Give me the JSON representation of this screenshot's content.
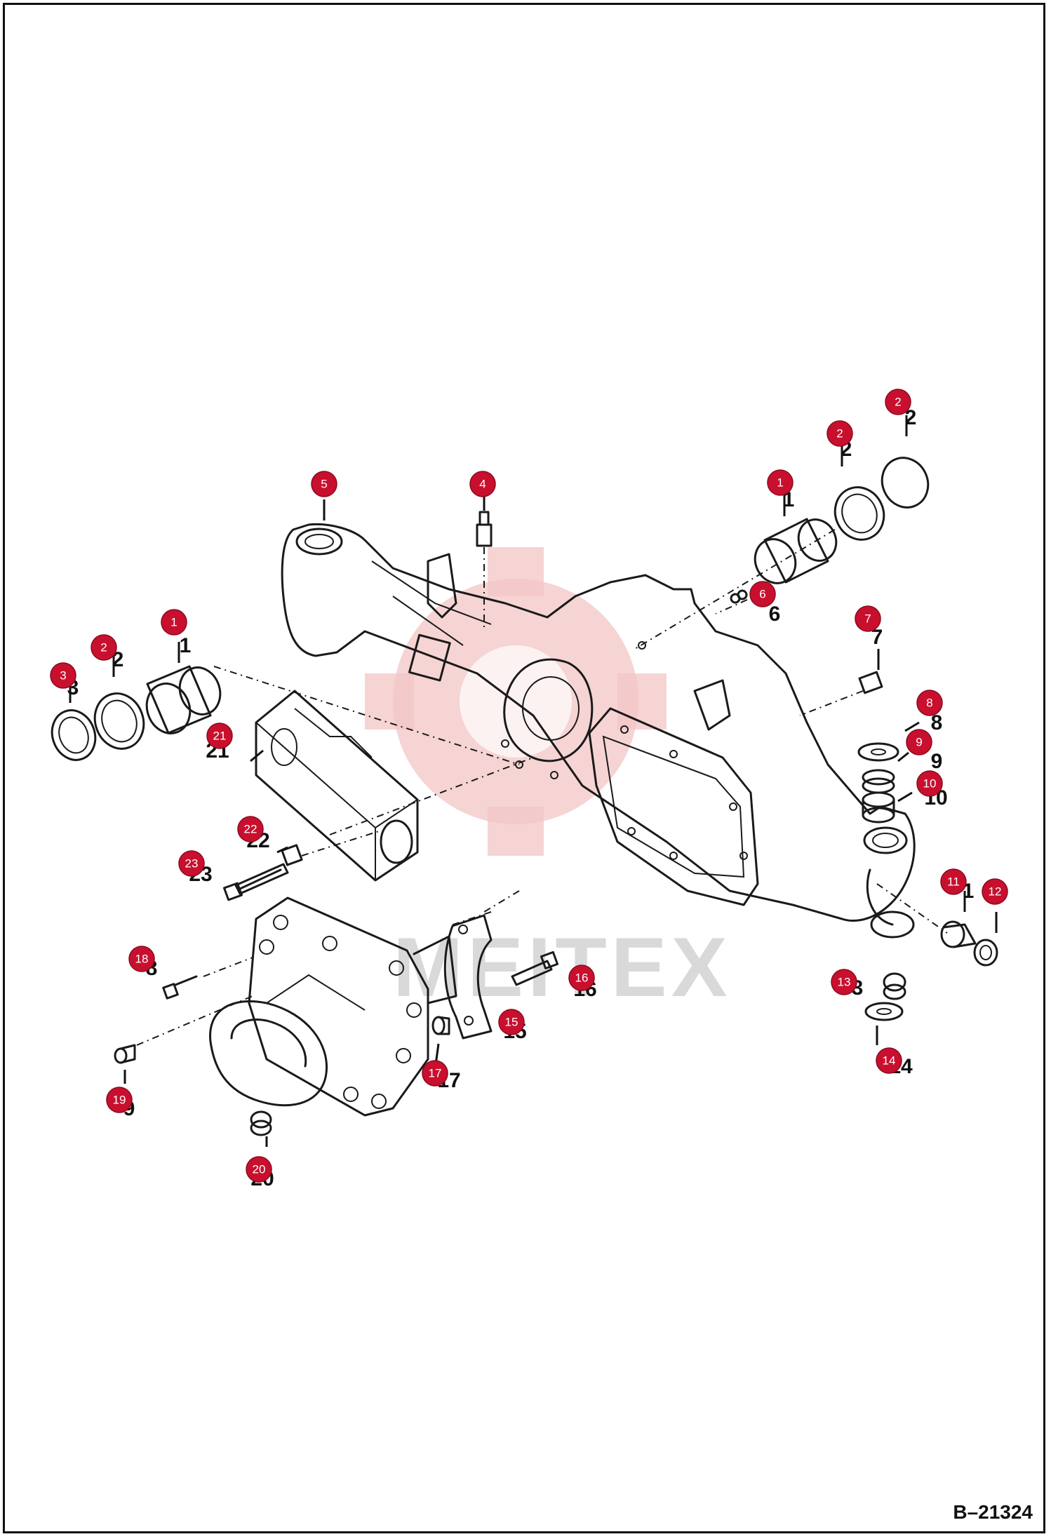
{
  "diagram": {
    "reference_code": "B–21324",
    "watermark_text": "MEITEX",
    "callouts": [
      {
        "id": "c1a",
        "label": "1"
      },
      {
        "id": "c1b",
        "label": "1"
      },
      {
        "id": "c2a",
        "label": "2"
      },
      {
        "id": "c2b",
        "label": "2"
      },
      {
        "id": "c2c",
        "label": "2"
      },
      {
        "id": "c3",
        "label": "3"
      },
      {
        "id": "c4",
        "label": "4"
      },
      {
        "id": "c5",
        "label": "5"
      },
      {
        "id": "c6",
        "label": "6"
      },
      {
        "id": "c7",
        "label": "7"
      },
      {
        "id": "c8",
        "label": "8"
      },
      {
        "id": "c9",
        "label": "9"
      },
      {
        "id": "c10",
        "label": "10"
      },
      {
        "id": "c11",
        "label": "11"
      },
      {
        "id": "c12",
        "label": "12"
      },
      {
        "id": "c13",
        "label": "13"
      },
      {
        "id": "c14",
        "label": "14"
      },
      {
        "id": "c15",
        "label": "15"
      },
      {
        "id": "c16",
        "label": "16"
      },
      {
        "id": "c17",
        "label": "17"
      },
      {
        "id": "c18",
        "label": "18"
      },
      {
        "id": "c19",
        "label": "19"
      },
      {
        "id": "c20",
        "label": "20"
      },
      {
        "id": "c21",
        "label": "21"
      },
      {
        "id": "c22",
        "label": "22"
      },
      {
        "id": "c23",
        "label": "23"
      }
    ],
    "colors": {
      "callout_fill": "#c8102e",
      "callout_text": "#ffffff",
      "line": "#1a1a1a",
      "watermark": "#f3c5c5"
    }
  }
}
